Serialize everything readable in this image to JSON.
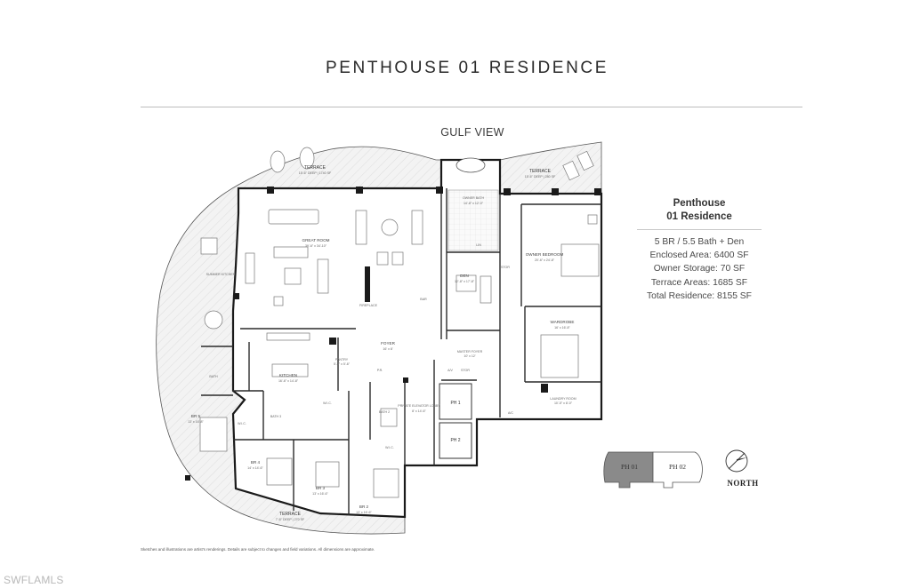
{
  "title": "PENTHOUSE 01 RESIDENCE",
  "orientation_label": "GULF VIEW",
  "rooms": {
    "terrace": "TERRACE",
    "terrace_nw_dims": "15'-6\" DEEP | 1740 SF",
    "terrace_ne_dims": "15'-6\" DEEP | 280 SF",
    "terrace_s_dims": "7'-6\" DEEP | 270 SF",
    "great_room": "GREAT ROOM",
    "great_room_dims": "39'-6\" x 34'-10\"",
    "summer_kitchen": "SUMMER KITCHEN",
    "fireplace": "FIREPLACE",
    "bar": "BAR",
    "kitchen": "KITCHEN",
    "kitchen_dims": "16'-6\" x 14'-8\"",
    "pantry": "PANTRY",
    "pantry_dims": "5'-5\" x 5'-6\"",
    "foyer": "FOYER",
    "foyer_dims": "16' x 8'",
    "den": "DEN",
    "den_dims": "12'-8\" x 17'-8\"",
    "owner_bath": "OWNER BATH",
    "owner_bath_dims": "14'-8\" x 12'-0\"",
    "owner_bedroom": "OWNER BEDROOM",
    "owner_bedroom_dims": "20'-6\" x 24'-8\"",
    "wardrobe": "WARDROBE",
    "wardrobe_dims": "16' x 16'-8\"",
    "master_foyer": "MASTER FOYER",
    "master_foyer_dims": "10' x 12'",
    "laundry": "LAUNDRY ROOM",
    "laundry_dims": "10'-5\" x 8'-0\"",
    "elevator_lobby": "PRIVATE ELEVATOR LOBBY",
    "elevator_lobby_dims": "8' x 14'-6\"",
    "stor": "STOR",
    "lin": "LIN",
    "av": "A/V",
    "ac": "A/C",
    "ph1": "PH 1",
    "ph2": "PH 2",
    "pr": "P.R.",
    "bath": "BATH",
    "bath_3": "BATH 3",
    "bath_2": "BATH 2",
    "wic": "W.I.C.",
    "br5": "BR 5",
    "br5_dims": "13' x 16'-8\"",
    "br4": "BR 4",
    "br4_dims": "14' x 14'-6\"",
    "br3": "BR 3",
    "br3_dims": "13' x 16'-6\"",
    "br2": "BR 2",
    "br2_dims": "13' x 16'-6\""
  },
  "info": {
    "heading_1": "Penthouse",
    "heading_2": "01 Residence",
    "line_1": "5 BR / 5.5 Bath + Den",
    "line_2": "Enclosed Area: 6400 SF",
    "line_3": "Owner Storage: 70 SF",
    "line_4": "Terrace Areas: 1685 SF",
    "line_5": "Total Residence: 8155 SF"
  },
  "keyplan": {
    "unit_1": "PH 01",
    "unit_2": "PH 02"
  },
  "compass_label": "NORTH",
  "disclaimer": "Sketches and illustrations are artist's renderings. Details are subject to changes and field variations. All dimensions are approximate.",
  "watermark": "SWFLAMLS",
  "colors": {
    "wall": "#1a1a1a",
    "line": "#555555",
    "terrace_fill": "#efefef",
    "keyplan_active": "#8a8a8a"
  }
}
